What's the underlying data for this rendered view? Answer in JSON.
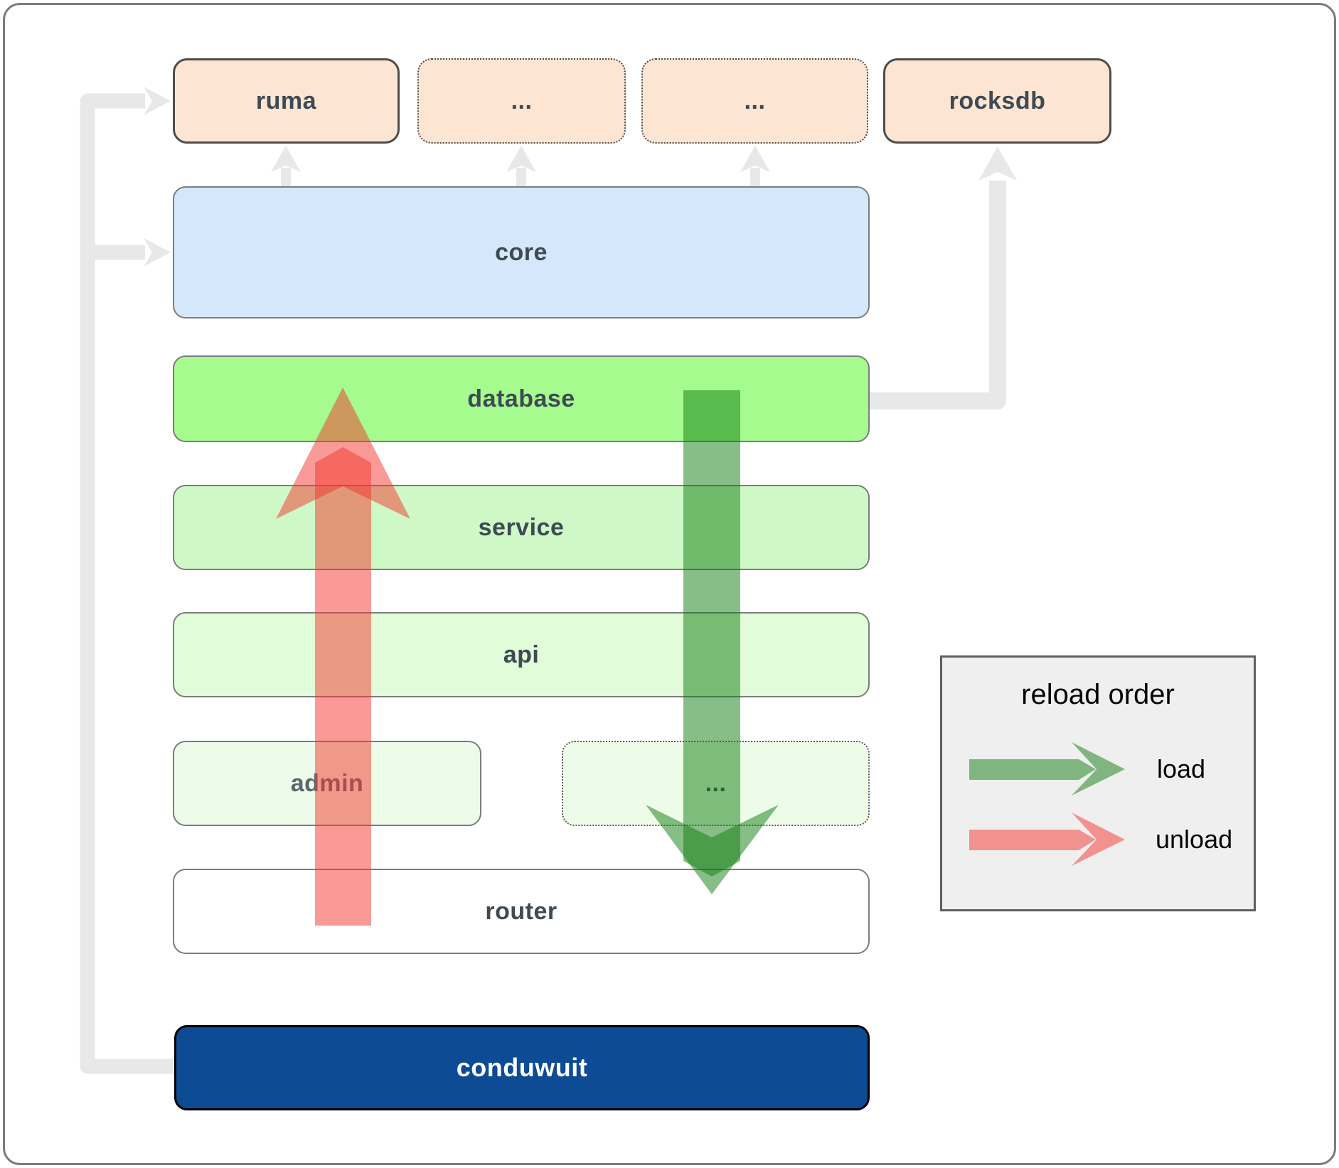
{
  "diagram": {
    "top_row": [
      {
        "label": "ruma",
        "border": "solid"
      },
      {
        "label": "...",
        "border": "dotted"
      },
      {
        "label": "...",
        "border": "dotted"
      },
      {
        "label": "rocksdb",
        "border": "solid"
      }
    ],
    "core_label": "core",
    "database_label": "database",
    "service_label": "service",
    "api_label": "api",
    "admin_label": "admin",
    "admin_ellipsis_label": "...",
    "router_label": "router",
    "conduwuit_label": "conduwuit"
  },
  "legend": {
    "title": "reload order",
    "load_label": "load",
    "unload_label": "unload",
    "load_color": "#107c10",
    "unload_color": "#f5362e"
  },
  "colors": {
    "module_fill": "#fce5d2",
    "module_border": "#4d4d4b",
    "core_fill": "#d5e7fa",
    "database_fill": "#a5fb8e",
    "service_fill": "#cef9c6",
    "api_fill": "#e1fcd8",
    "admin_fill": "#edfce8",
    "router_fill": "#ffffff",
    "conduwuit_fill": "#0d4b94",
    "connector_gray": "#e8e8e8",
    "label_text": "#3e4a54",
    "legend_bg": "#efefef"
  }
}
